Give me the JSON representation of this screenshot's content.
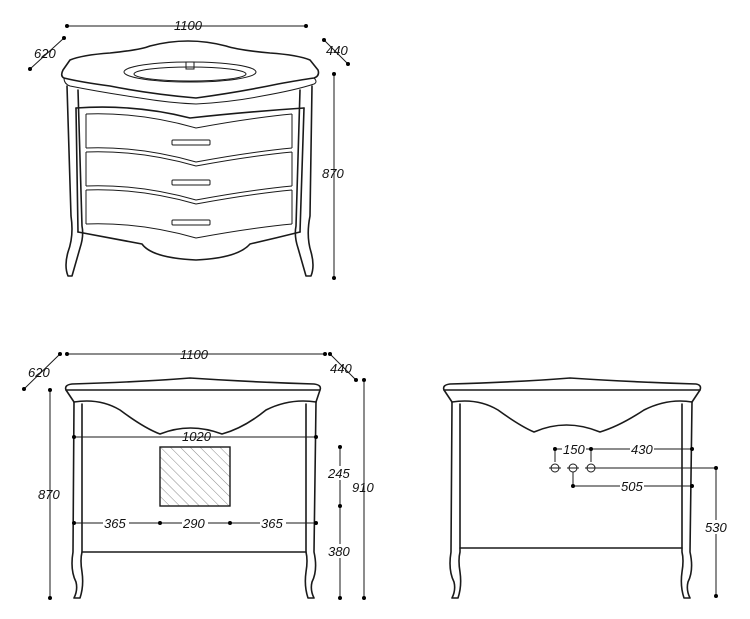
{
  "colors": {
    "line": "#1a1a1a",
    "hatch": "#8a8a8a",
    "background": "#ffffff"
  },
  "top_view": {
    "width": "1100",
    "depth_left": "620",
    "depth_right": "440",
    "height": "870"
  },
  "front_view": {
    "width": "1100",
    "depth_left": "620",
    "depth_right": "440",
    "height_left": "870",
    "height_right": "910",
    "inner_width": "1020",
    "seg_left": "365",
    "seg_mid": "290",
    "seg_right": "365",
    "opening_height": "245",
    "opening_base": "380"
  },
  "side_view": {
    "d150": "150",
    "d430": "430",
    "d505": "505",
    "d530": "530"
  }
}
